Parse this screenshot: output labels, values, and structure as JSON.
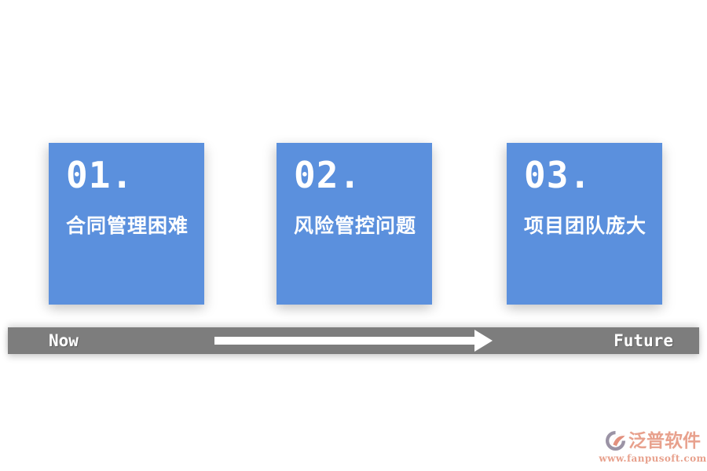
{
  "cards": [
    {
      "number": "01.",
      "label": "合同管理困难"
    },
    {
      "number": "02.",
      "label": "风险管控问题"
    },
    {
      "number": "03.",
      "label": "项目团队庞大"
    }
  ],
  "timeline": {
    "start_label": "Now",
    "end_label": "Future"
  },
  "logo": {
    "name": "泛普软件",
    "url": "www.fanpusoft.com"
  },
  "colors": {
    "card_blue": "#5b90dd",
    "bar_gray": "#7d7d7d",
    "logo_salmon": "#e8a18d",
    "logo_gray": "#9b93a5",
    "arrow_white": "#ffffff"
  }
}
